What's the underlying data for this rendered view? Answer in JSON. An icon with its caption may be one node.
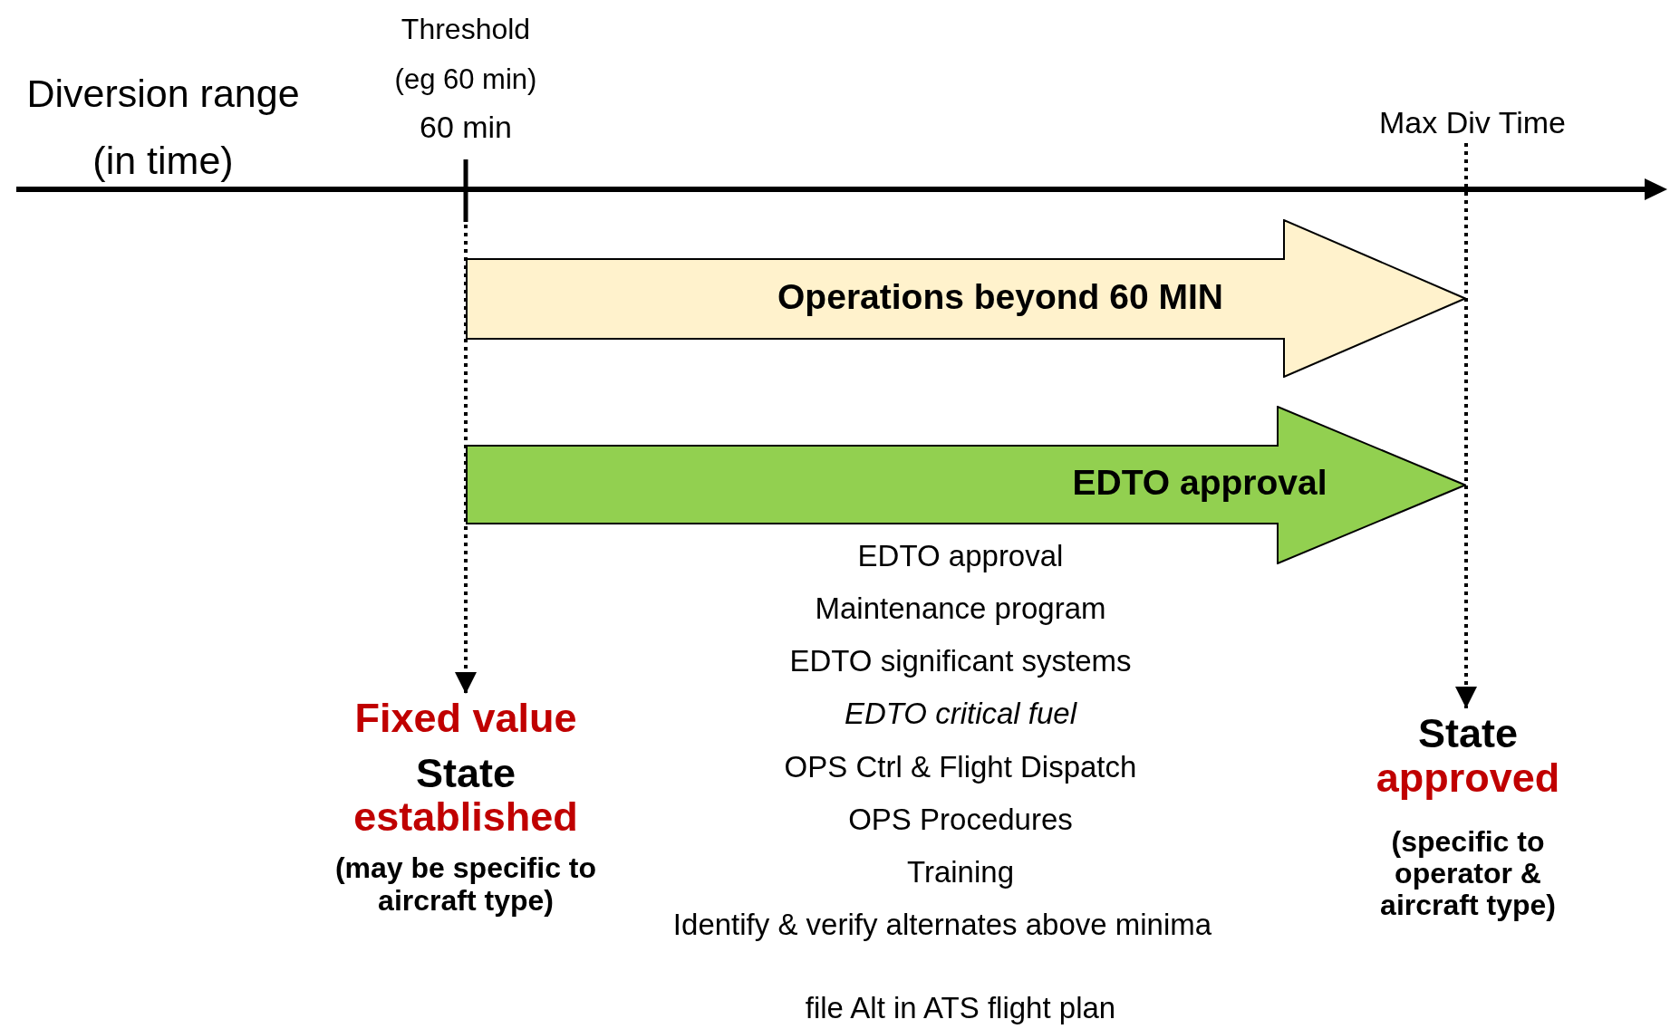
{
  "diagram": {
    "nodes": [
      {
        "text": [
          "Threshold",
          "(eg 60 min)",
          "60 min"
        ]
      },
      {
        "text": [
          "Max Div Time"
        ]
      },
      {
        "text": [
          "Operations beyond 60 MIN"
        ]
      },
      {
        "text": [
          "EDTO approval"
        ]
      },
      {
        "text": [
          "Fixed value",
          "State",
          "established",
          "(may be specific to aircraft type)"
        ]
      },
      {
        "text": [
          "State",
          "approved",
          "(specific to operator & aircraft type)"
        ]
      }
    ],
    "edges": [
      {
        "from": 0,
        "to": 4,
        "arrow": "to",
        "style": "dashed"
      },
      {
        "from": 1,
        "to": 5,
        "arrow": "to",
        "style": "dashed"
      }
    ],
    "labels": [
      "Diversion range (in time)",
      "EDTO approval",
      "Maintenance program",
      "EDTO significant systems",
      "EDTO critical fuel",
      "OPS Ctrl & Flight Dispatch",
      "OPS Procedures",
      "Training",
      "Identify & verify alternates above minima",
      "file Alt in ATS flight plan"
    ]
  }
}
